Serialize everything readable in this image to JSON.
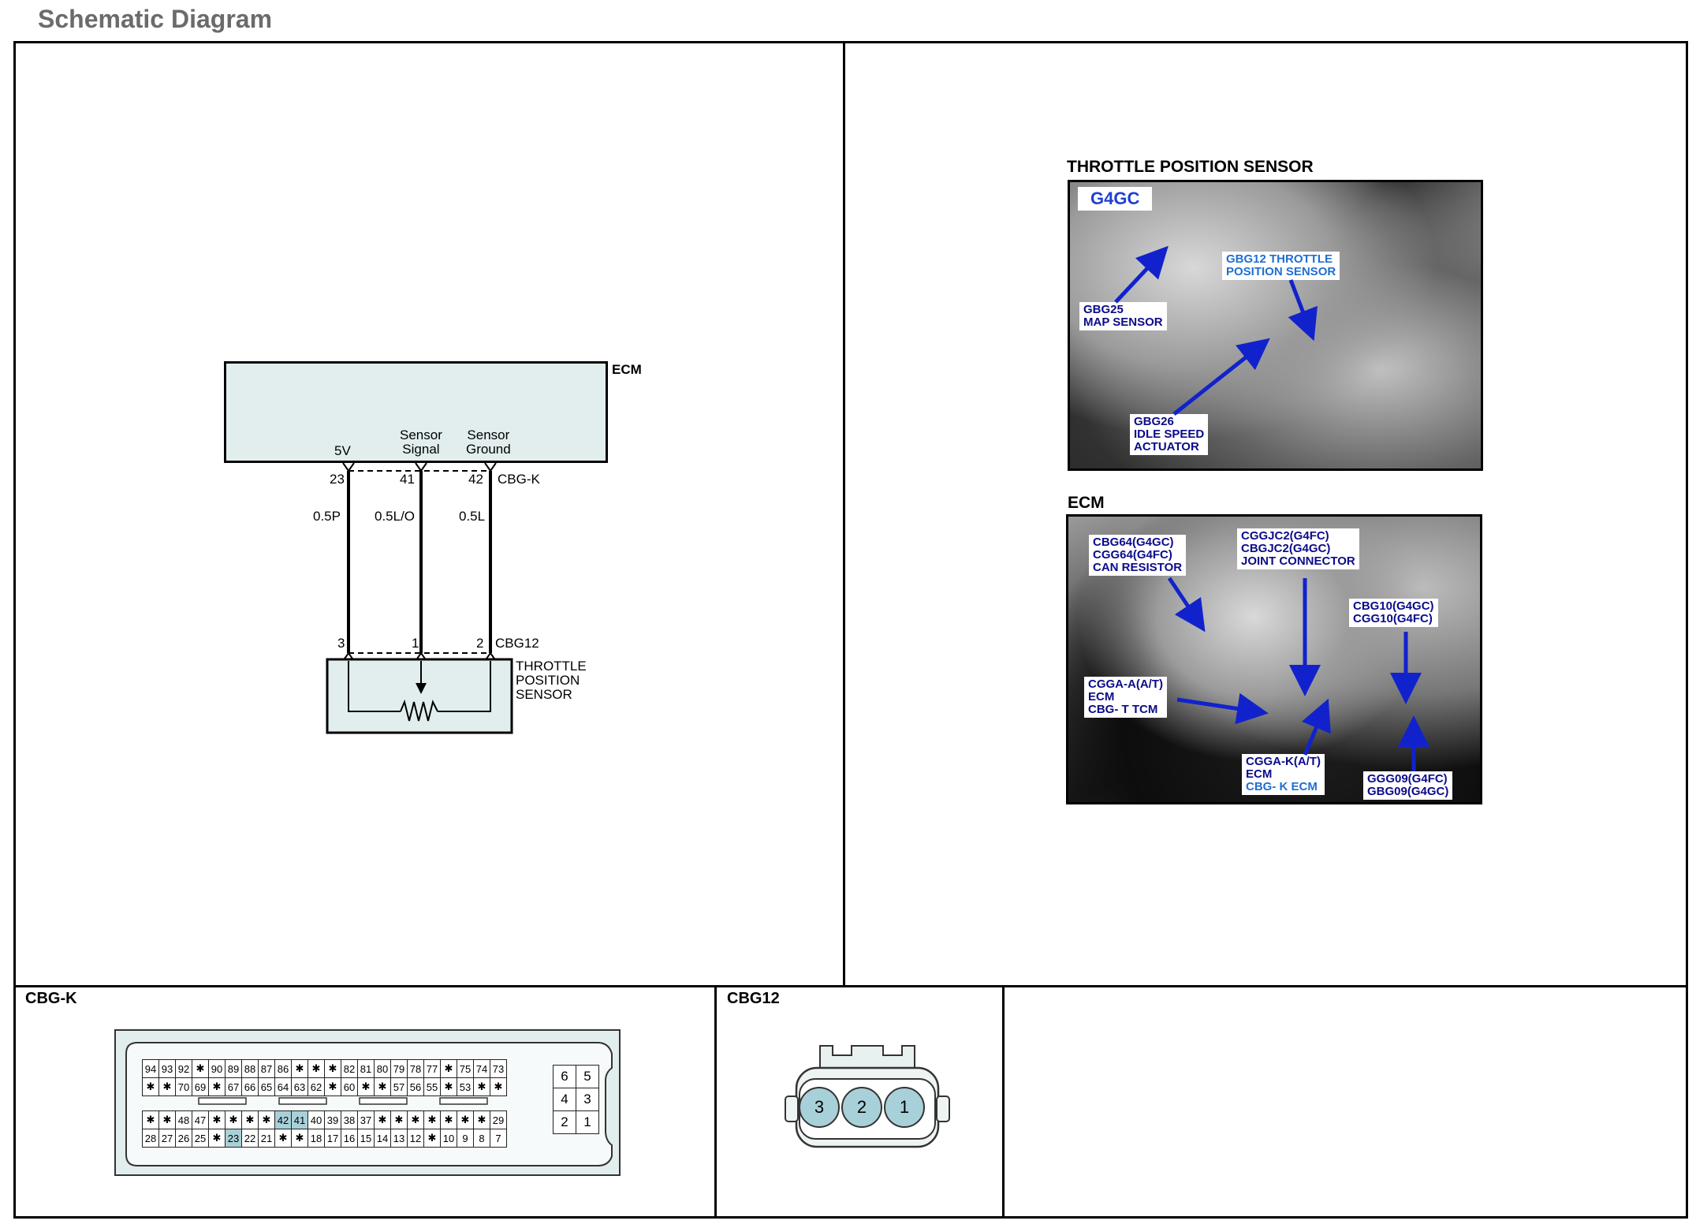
{
  "page_title": "Schematic Diagram",
  "schematic": {
    "ecm_label": "ECM",
    "ecm_pins": [
      {
        "label": "5V",
        "pin": "23",
        "wire": "0.5P",
        "sensor_pin": "3"
      },
      {
        "label": "Sensor\nSignal",
        "pin": "41",
        "wire": "0.5L/O",
        "sensor_pin": "1"
      },
      {
        "label": "Sensor\nGround",
        "pin": "42",
        "wire": "0.5L",
        "sensor_pin": "2"
      }
    ],
    "ecm_connector": "CBG-K",
    "sensor_connector": "CBG12",
    "sensor_label": "THROTTLE\nPOSITION\nSENSOR"
  },
  "photos": {
    "tps": {
      "title": "THROTTLE POSITION SENSOR",
      "badge": "G4GC",
      "callouts": [
        {
          "line1": "GBG25",
          "line2": "MAP SENSOR"
        },
        {
          "line1": "GBG12 THROTTLE",
          "line2": "POSITION SENSOR"
        },
        {
          "line1": "GBG26",
          "line2": "IDLE SPEED",
          "line3": "ACTUATOR"
        }
      ]
    },
    "ecm": {
      "title": "ECM",
      "callouts": [
        {
          "line1": "CBG64(G4GC)",
          "line2": "CGG64(G4FC)",
          "line3": "CAN RESISTOR"
        },
        {
          "line1": "CGGJC2(G4FC)",
          "line2": "CBGJC2(G4GC)",
          "line3": "JOINT CONNECTOR"
        },
        {
          "line1": "CBG10(G4GC)",
          "line2": "CGG10(G4FC)"
        },
        {
          "line1": "CGGA-A(A/T)",
          "line2": "ECM",
          "line3": "CBG- T TCM"
        },
        {
          "line1": "CGGA-K(A/T)",
          "line2": "ECM",
          "line3": "CBG- K ECM"
        },
        {
          "line1": "GGG09(G4FC)",
          "line2": "GBG09(G4GC)"
        }
      ]
    }
  },
  "connectors": {
    "cbgk": {
      "title": "CBG-K",
      "rows": [
        [
          "94",
          "93",
          "92",
          "✱",
          "90",
          "89",
          "88",
          "87",
          "86",
          "✱",
          "✱",
          "✱",
          "82",
          "81",
          "80",
          "79",
          "78",
          "77",
          "✱",
          "75",
          "74",
          "73"
        ],
        [
          "✱",
          "✱",
          "70",
          "69",
          "✱",
          "67",
          "66",
          "65",
          "64",
          "63",
          "62",
          "✱",
          "60",
          "✱",
          "✱",
          "57",
          "56",
          "55",
          "✱",
          "53",
          "✱",
          "✱"
        ],
        [
          "✱",
          "✱",
          "48",
          "47",
          "✱",
          "✱",
          "✱",
          "✱",
          "42",
          "41",
          "40",
          "39",
          "38",
          "37",
          "✱",
          "✱",
          "✱",
          "✱",
          "✱",
          "✱",
          "✱",
          "29"
        ],
        [
          "28",
          "27",
          "26",
          "25",
          "✱",
          "23",
          "22",
          "21",
          "✱",
          "✱",
          "18",
          "17",
          "16",
          "15",
          "14",
          "13",
          "12",
          "✱",
          "10",
          "9",
          "8",
          "7"
        ]
      ],
      "side": [
        [
          "6",
          "5"
        ],
        [
          "4",
          "3"
        ],
        [
          "2",
          "1"
        ]
      ],
      "highlight": [
        "42",
        "41",
        "23"
      ]
    },
    "cbg12": {
      "title": "CBG12",
      "pins": [
        "3",
        "2",
        "1"
      ]
    }
  }
}
